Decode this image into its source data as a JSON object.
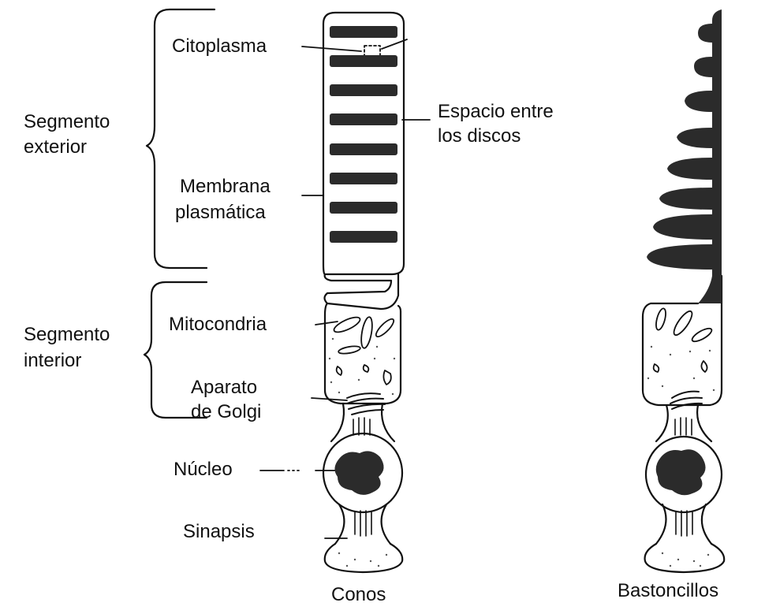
{
  "colors": {
    "ink": "#111111",
    "disc": "#2b2b2b",
    "paper": "#ffffff"
  },
  "groups": {
    "outer_1": "Segmento",
    "outer_2": "exterior",
    "inner_1": "Segmento",
    "inner_2": "interior"
  },
  "labels": {
    "citoplasma": "Citoplasma",
    "espacio_1": "Espacio entre",
    "espacio_2": "los discos",
    "membrana_1": "Membrana",
    "membrana_2": "plasmática",
    "mitocondria": "Mitocondria",
    "golgi_1": "Aparato",
    "golgi_2": "de Golgi",
    "nucleo": "Núcleo",
    "sinapsis": "Sinapsis"
  },
  "captions": {
    "conos": "Conos",
    "bastoncillos": "Bastoncillos"
  }
}
